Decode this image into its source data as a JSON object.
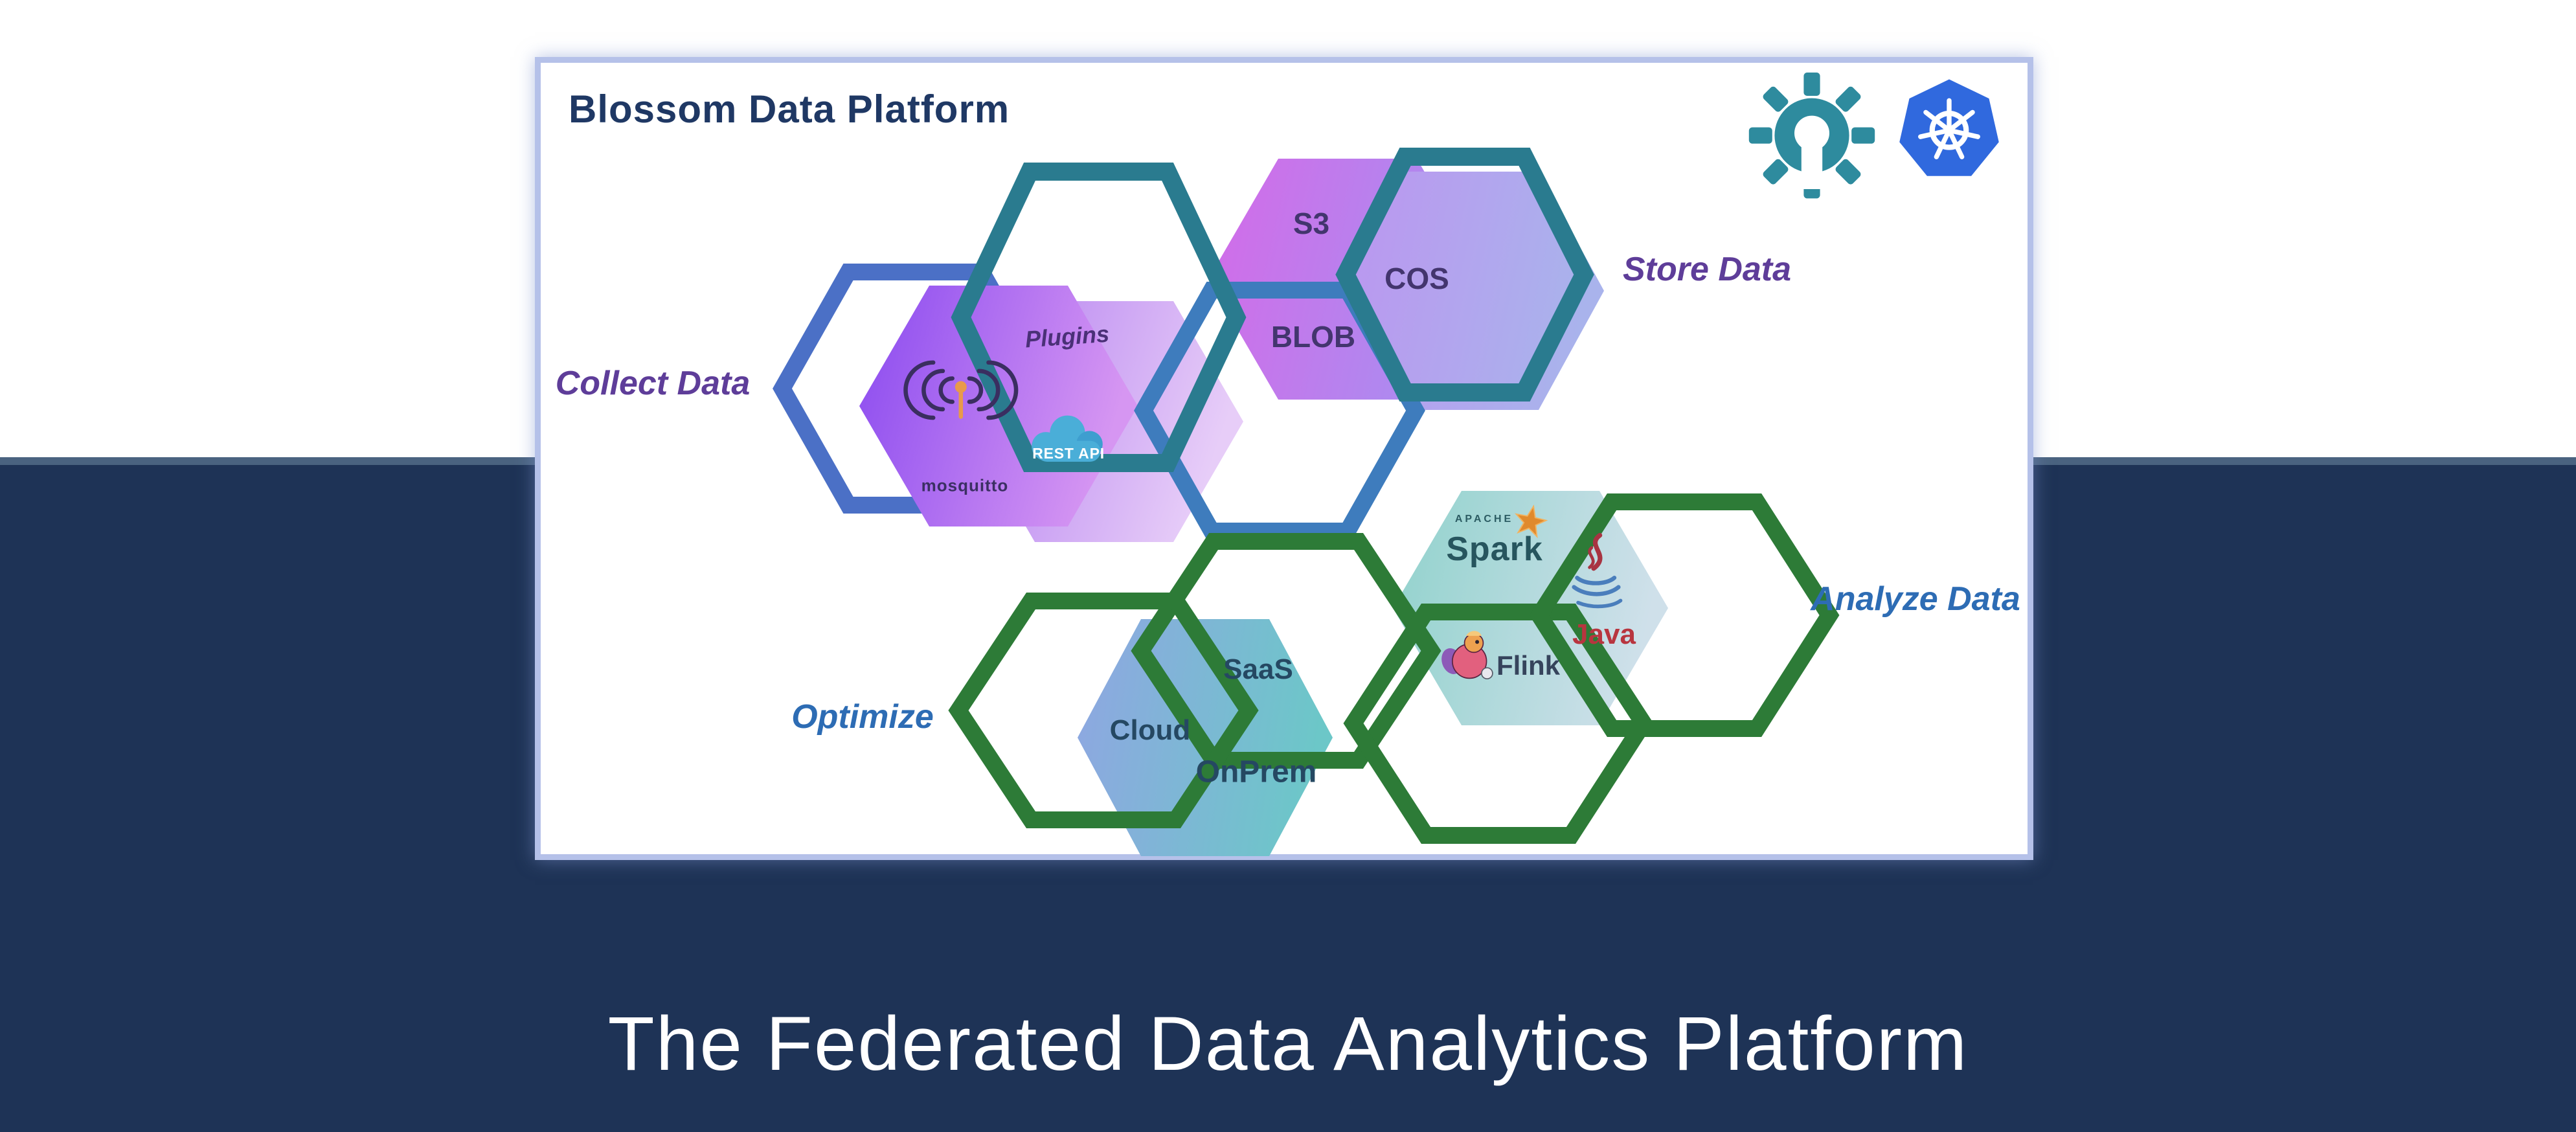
{
  "card": {
    "title": "Blossom Data Platform",
    "icons": {
      "gear": "open-source-gear-icon",
      "kubernetes": "kubernetes-helm-icon"
    }
  },
  "diagram": {
    "labels": {
      "collect": "Collect Data",
      "store": "Store Data",
      "analyze": "Analyze Data",
      "optimize": "Optimize"
    },
    "collect_nodes": {
      "plugins": "Plugins",
      "mosquitto": "mosquitto",
      "rest_api": "REST API"
    },
    "store_nodes": {
      "s3": "S3",
      "cos": "COS",
      "blob": "BLOB"
    },
    "analyze_nodes": {
      "apache": "APACHE",
      "spark": "Spark",
      "java": "Java",
      "flink": "Flink"
    },
    "optimize_nodes": {
      "cloud": "Cloud",
      "saas": "SaaS",
      "onprem": "OnPrem"
    },
    "icon_names": [
      "mosquitto-broadcast-icon",
      "rest-api-cloud-icon",
      "spark-star-icon",
      "java-cup-icon",
      "flink-squirrel-icon"
    ]
  },
  "footer": {
    "title": "The Federated Data Analytics Platform"
  },
  "colors": {
    "background_top": "#ffffff",
    "background_bottom": "#1e3356",
    "divider_strip": "#4a6380",
    "card_border": "#b5c1e9",
    "card_title": "#1f3864",
    "teal_outline": "#2a7b8f",
    "blue_outline": "#4b70c6",
    "steel_blue_outline": "#3e7cbd",
    "green_outline": "#2d7b37",
    "purple_label": "#5e3d99",
    "blue_label": "#2d6cb4",
    "purple_fill_start": "#8a4af0",
    "purple_fill_end": "#d696f2",
    "pink_fill_start": "#d46ae8",
    "pink_fill_end": "#a78ff1",
    "spark_fill_start": "#90d2cc",
    "spark_fill_end": "#cfe0ea",
    "cloud_fill_start": "#8fa6e2",
    "cloud_fill_end": "#6cc7c8",
    "kubernetes_blue": "#3069de",
    "gear_teal": "#2e8b9e",
    "footer_text": "#ffffff"
  }
}
